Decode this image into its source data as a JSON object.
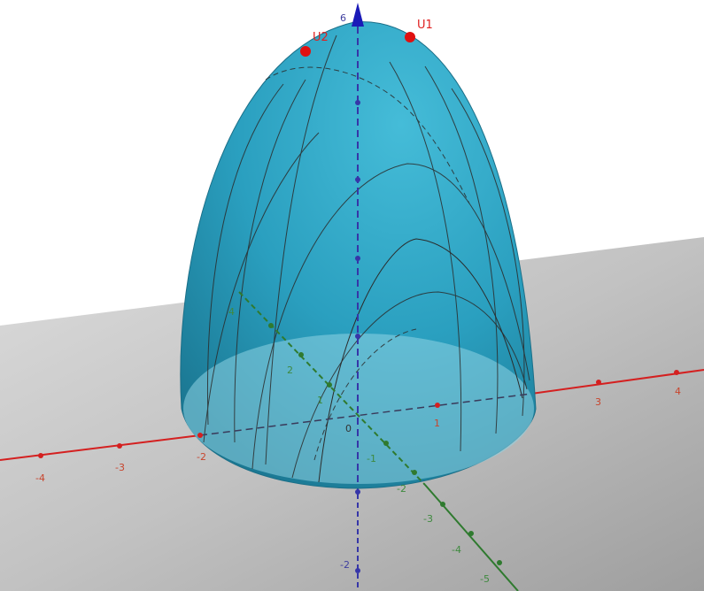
{
  "scene": {
    "colors": {
      "surface": "#2aa5c4",
      "surface_dark": "#1b7d99",
      "base_fill": "#8fd3e4",
      "plane": "#c9c9c9",
      "x_axis": "#d42020",
      "y_axis": "#2f7a2f",
      "z_axis": "#3636a8",
      "point": "#e01010",
      "grid_lines": "#2b2b2b"
    },
    "x_axis": {
      "ticks": [
        "-4",
        "-3",
        "-2",
        "1",
        "3",
        "4"
      ]
    },
    "y_axis": {
      "ticks": [
        "-5",
        "-4",
        "-3",
        "-2",
        "-1",
        "1",
        "2",
        "4"
      ]
    },
    "z_axis": {
      "ticks": [
        "-2",
        "6"
      ]
    },
    "origin_label": "0",
    "points": [
      {
        "name": "U1"
      },
      {
        "name": "U2"
      }
    ]
  }
}
